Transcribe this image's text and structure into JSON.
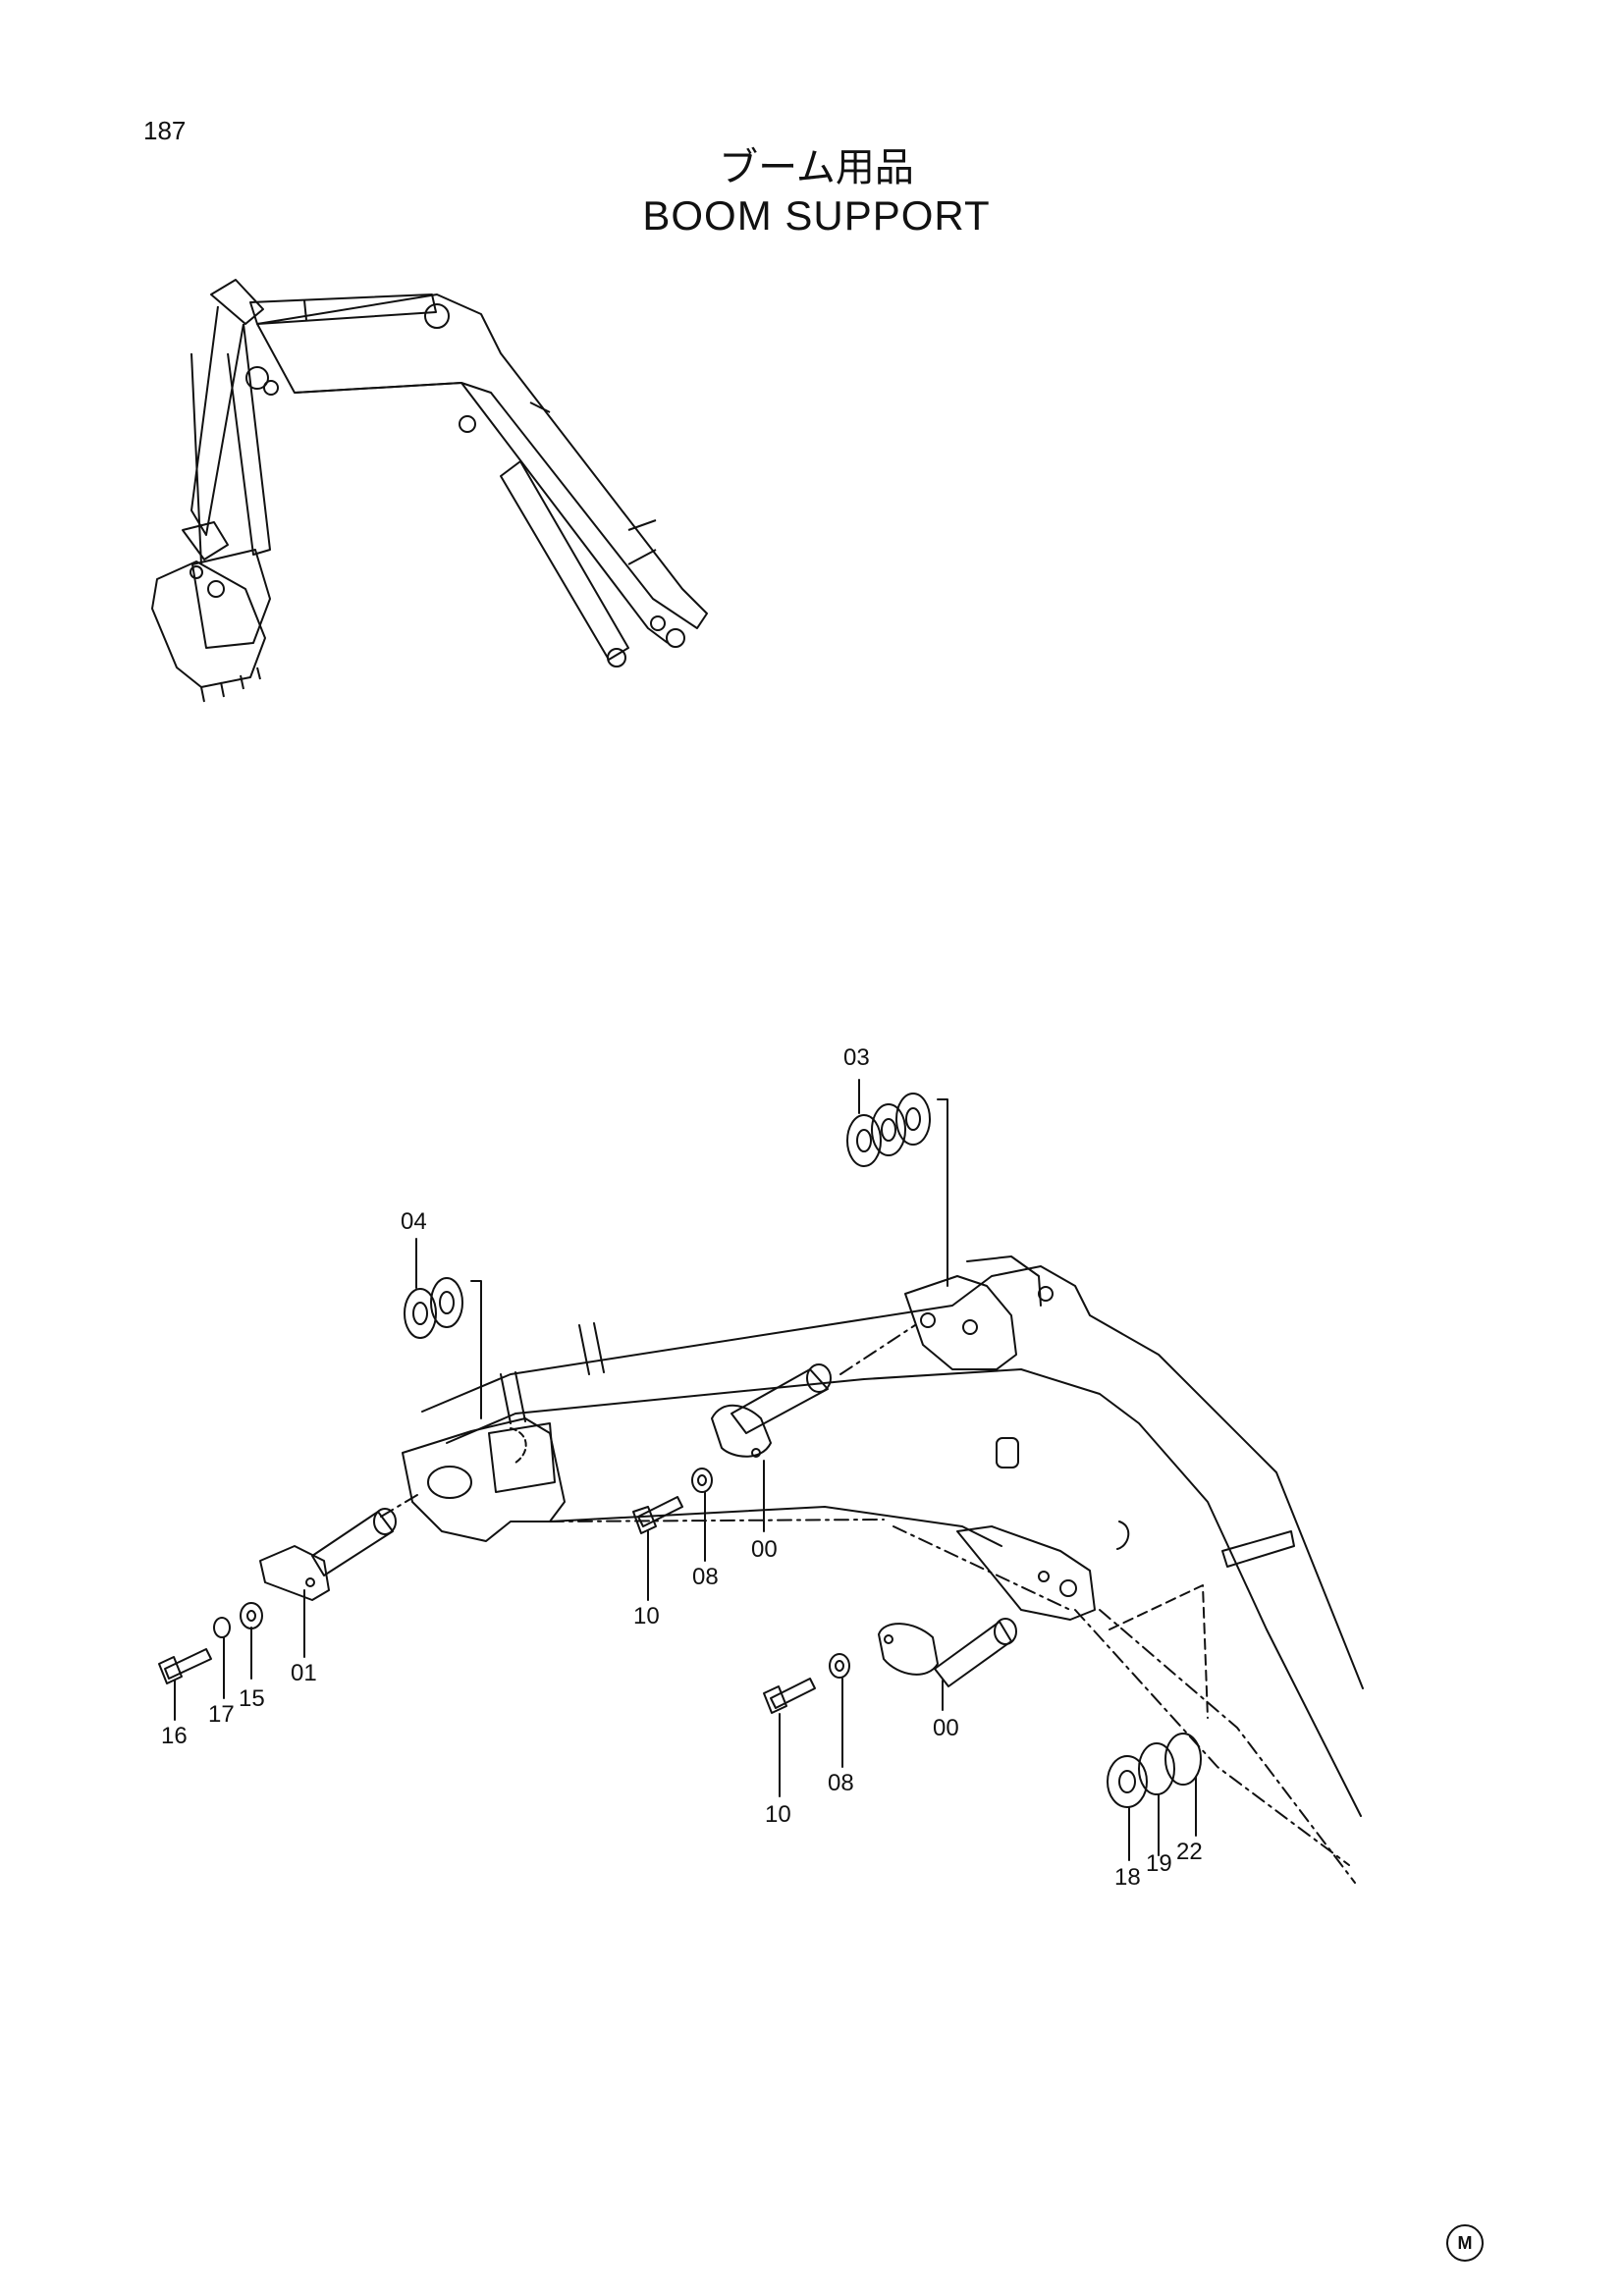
{
  "page": {
    "number": "187",
    "title_jp": "ブーム用品",
    "title_en": "BOOM  SUPPORT",
    "marker": "M"
  },
  "callouts": [
    {
      "id": "c03",
      "label": "03"
    },
    {
      "id": "c04",
      "label": "04"
    },
    {
      "id": "c00a",
      "label": "00"
    },
    {
      "id": "c08a",
      "label": "08"
    },
    {
      "id": "c10a",
      "label": "10"
    },
    {
      "id": "c01",
      "label": "01"
    },
    {
      "id": "c15",
      "label": "15"
    },
    {
      "id": "c17",
      "label": "17"
    },
    {
      "id": "c16",
      "label": "16"
    },
    {
      "id": "c00b",
      "label": "00"
    },
    {
      "id": "c08b",
      "label": "08"
    },
    {
      "id": "c10b",
      "label": "10"
    },
    {
      "id": "c18",
      "label": "18"
    },
    {
      "id": "c19",
      "label": "19"
    },
    {
      "id": "c22",
      "label": "22"
    }
  ]
}
